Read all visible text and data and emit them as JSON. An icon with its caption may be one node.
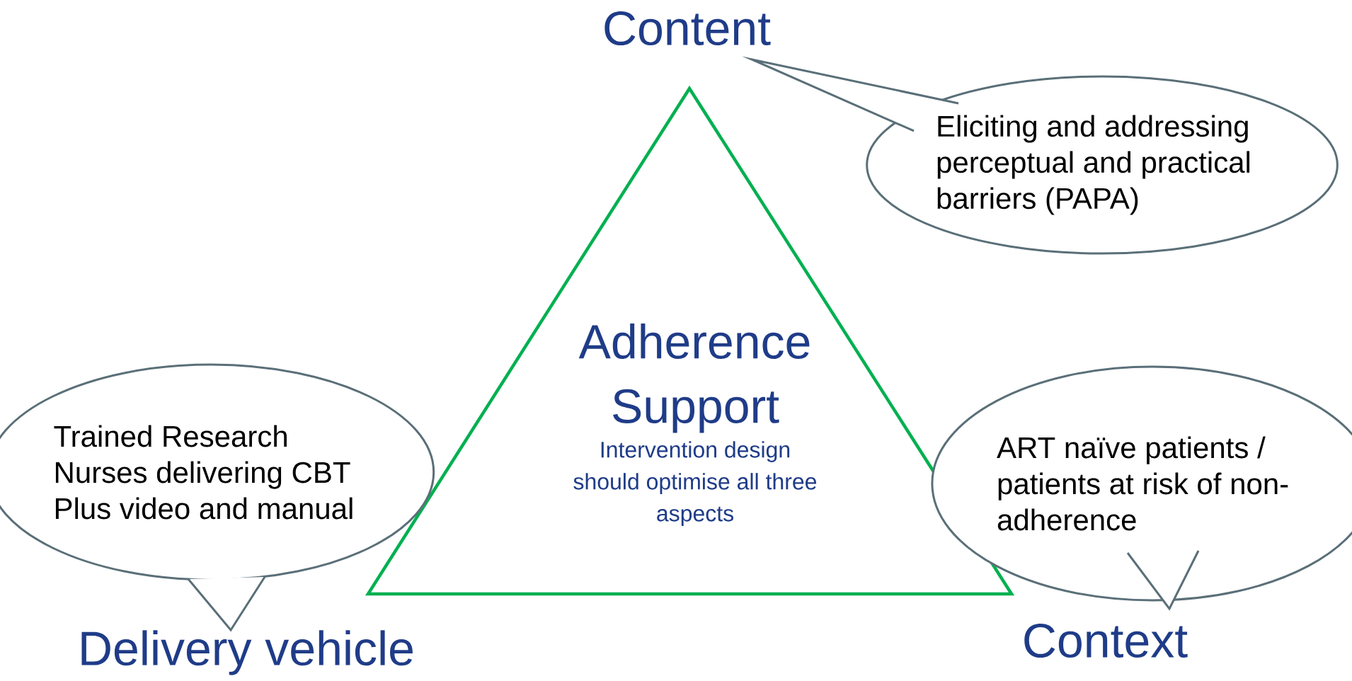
{
  "diagram": {
    "nodes": [
      {
        "text": [
          "Eliciting and addressing perceptual and practical barriers (PAPA)"
        ]
      },
      {
        "text": [
          "Adherence Support",
          "Intervention design should optimise all three aspects"
        ]
      },
      {
        "text": [
          "Trained Research Nurses delivering CBT Plus video and manual"
        ]
      },
      {
        "text": [
          "ART naïve patients / patients at risk of non-adherence"
        ]
      }
    ],
    "labels": [
      "Content",
      "Delivery vehicle",
      "Context"
    ]
  }
}
